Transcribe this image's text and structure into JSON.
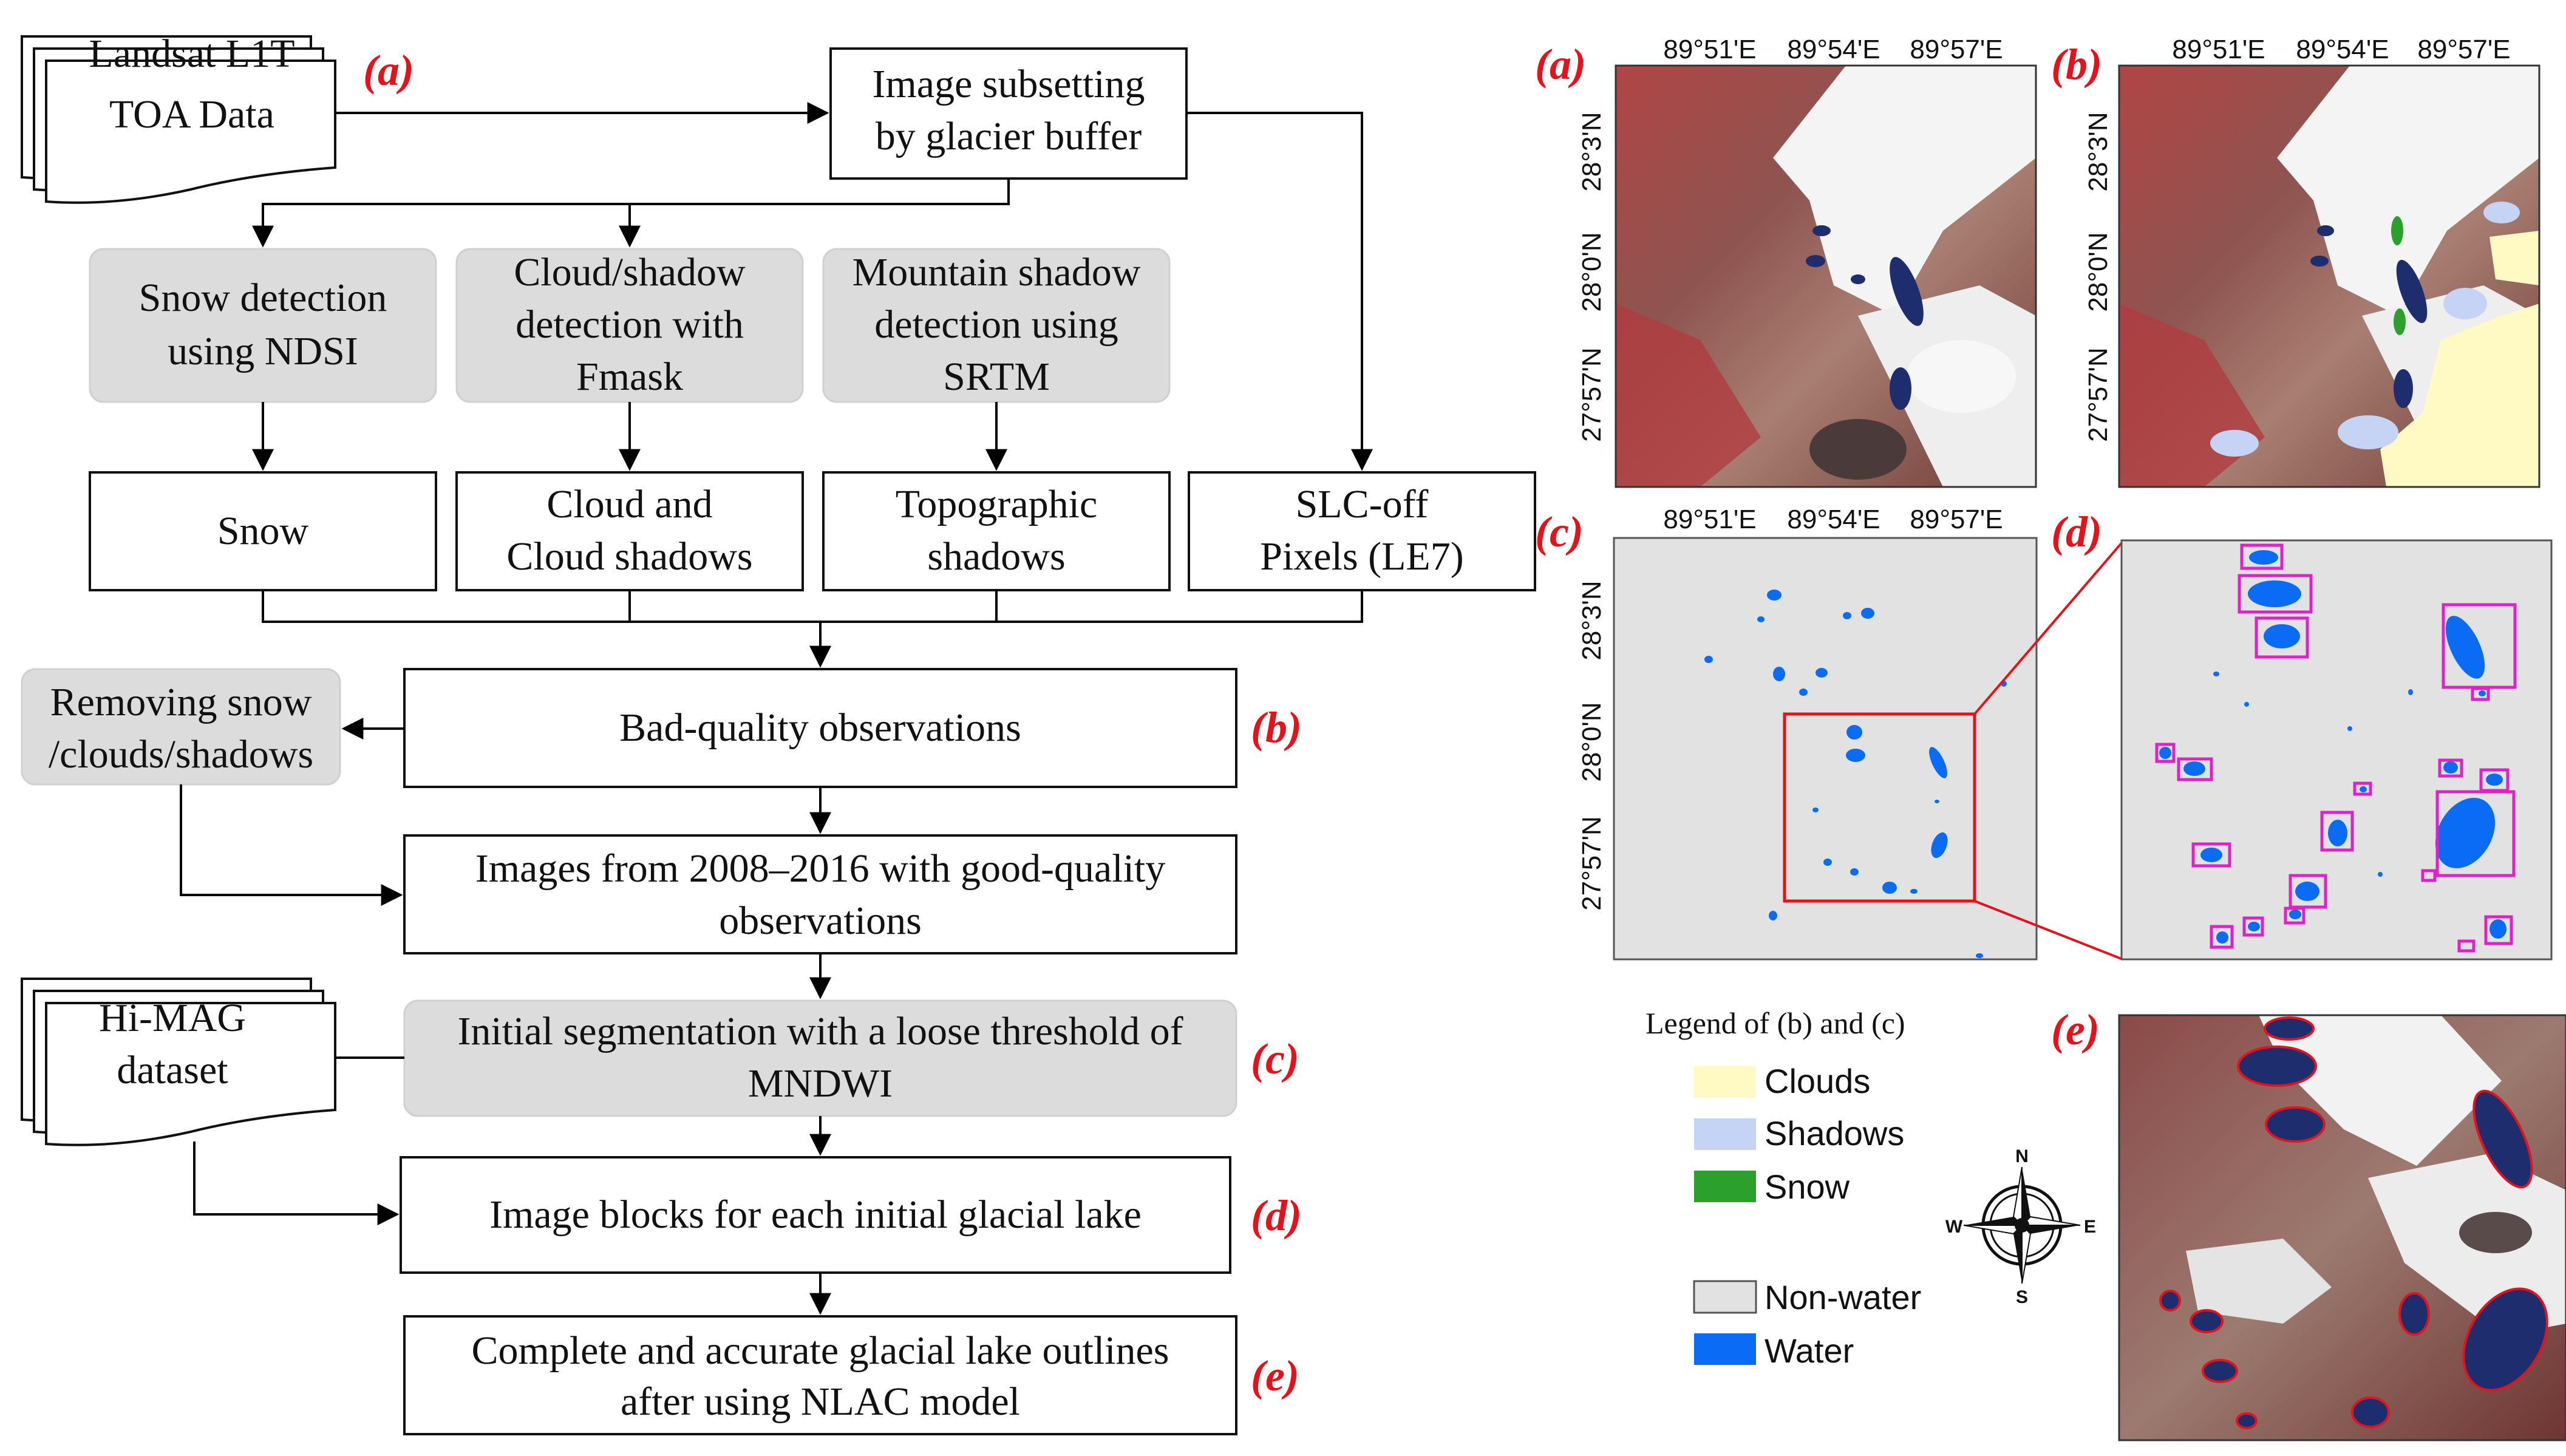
{
  "colors": {
    "accent_red": "#e3121b",
    "box_gray_fill": "#dcdcdc",
    "box_white_fill": "#ffffff",
    "snow_green": "#2ca02c",
    "cloud_yellow": "#fff9c4",
    "shadow_blue": "#c5d3f5",
    "water_blue": "#0a6cf5",
    "nonwater_gray": "#e2e2e2",
    "box_magenta": "#e021c8"
  },
  "flowchart": {
    "landsat": {
      "line1": "Landsat L1T",
      "line2": "TOA Data"
    },
    "subset": {
      "line1": "Image subsetting",
      "line2": "by glacier buffer"
    },
    "snow_detect": {
      "line1": "Snow detection",
      "line2": "using NDSI"
    },
    "cloud_detect": {
      "line1": "Cloud/shadow",
      "line2": "detection with",
      "line3": "Fmask"
    },
    "mountain_detect": {
      "line1": "Mountain shadow",
      "line2": "detection using",
      "line3": "SRTM"
    },
    "snow": {
      "line1": "Snow"
    },
    "cloud": {
      "line1": "Cloud and",
      "line2": "Cloud shadows"
    },
    "topo": {
      "line1": "Topographic",
      "line2": "shadows"
    },
    "slc": {
      "line1": "SLC-off",
      "line2": "Pixels (LE7)"
    },
    "removing": {
      "line1": "Removing snow",
      "line2": "/clouds/shadows"
    },
    "bad_quality": {
      "line1": "Bad-quality observations"
    },
    "images_good": {
      "line1": "Images from 2008–2016 with good-quality",
      "line2": "observations"
    },
    "himag": {
      "line1": "Hi-MAG",
      "line2": "dataset"
    },
    "initial_seg": {
      "line1": "Initial segmentation with a loose threshold of",
      "line2": "MNDWI"
    },
    "image_blocks": {
      "line1": "Image blocks for each initial glacial lake"
    },
    "complete": {
      "line1": "Complete and accurate glacial lake outlines",
      "line2": "after using NLAC model"
    },
    "tags": {
      "a": "(a)",
      "b": "(b)",
      "c": "(c)",
      "d": "(d)",
      "e": "(e)"
    }
  },
  "maps": {
    "tags": {
      "a": "(a)",
      "b": "(b)",
      "c": "(c)",
      "d": "(d)",
      "e": "(e)"
    },
    "lon_labels": [
      "89°51'E",
      "89°54'E",
      "89°57'E"
    ],
    "lat_labels": [
      "28°3'N",
      "28°0'N",
      "27°57'N"
    ]
  },
  "legend": {
    "title": "Legend of (b) and (c)",
    "items": [
      {
        "label": "Clouds",
        "color": "#fff9c4"
      },
      {
        "label": "Shadows",
        "color": "#c5d3f5"
      },
      {
        "label": "Snow",
        "color": "#2ca02c"
      },
      {
        "label": "Non-water",
        "color": "#e2e2e2"
      },
      {
        "label": "Water",
        "color": "#0a6cf5"
      }
    ]
  },
  "compass": {
    "n": "N",
    "s": "S",
    "e": "E",
    "w": "W"
  }
}
